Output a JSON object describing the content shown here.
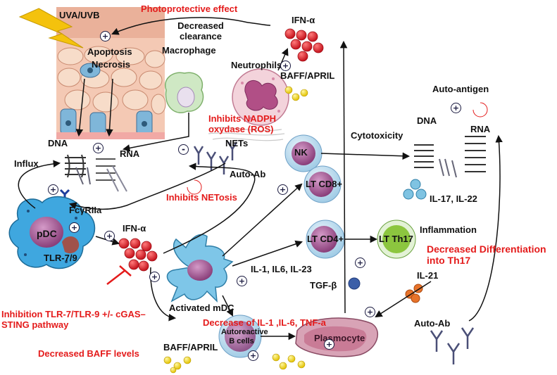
{
  "labels": {
    "uva_uvb": "UVA/UVB",
    "photoprotective": "Photoprotective effect",
    "apoptosis": "Apoptosis",
    "necrosis": "Necrosis",
    "decreased_clearance": "Decreased clearance",
    "macrophage": "Macrophage",
    "ifn_top": "IFN-α",
    "neutrophils": "Neutrophils",
    "baff_april_top": "BAFF/APRIL",
    "inhibits_nadph": "Inhibits NADPH oxydase (ROS)",
    "auto_antigen": "Auto-antigen",
    "dna_left": "DNA",
    "rna_left": "RNA",
    "nets": "NETs",
    "auto_ab_mid": "Auto-Ab",
    "nk": "NK",
    "lt_cd8": "LT CD8+",
    "cytotoxicity": "Cytotoxicity",
    "dna_right": "DNA",
    "rna_right": "RNA",
    "influx": "Influx",
    "fcgrIIa": "FcγRIIa",
    "inhibits_netosis": "Inhibits NETosis",
    "il17_il22": "IL-17, IL-22",
    "pdc": "pDC",
    "tlr": "TLR-7/9",
    "ifn_mid": "IFN-α",
    "lt_cd4": "LT CD4+",
    "lt_th17": "LT Th17",
    "inflammation": "Inflammation",
    "decreased_diff": "Decreased Differentiation into Th17",
    "il_list": "IL-1, IL6, IL-23",
    "tgf": "TGF-β",
    "il21": "IL-21",
    "activated_mdc": "Activated mDC",
    "decrease_il": "Decrease of IL-1 ,IL-6, TNF-a",
    "inhibition_tlr": "Inhibition TLR-7/TLR-9 +/- cGAS–STING pathway",
    "autoreactive": "Autoreactive B cells",
    "plasmocyte": "Plasmocyte",
    "auto_ab_right": "Auto-Ab",
    "baff_april_bottom": "BAFF/APRIL",
    "decreased_baff": "Decreased BAFF levels",
    "plus": "+",
    "minus": "-"
  },
  "colors": {
    "red_text": "#e41b1b",
    "pdc_body": "#3fa7df",
    "nucleus": "#9b4d86",
    "ifn_red": "#e0202a",
    "th17_green": "#8cc63f",
    "yellow": "#f3d51f",
    "orange": "#e8732a",
    "blue_cytokine": "#4f9ed4",
    "plasmocyte_pink": "#c97b96",
    "lightning": "#f4c20d"
  }
}
